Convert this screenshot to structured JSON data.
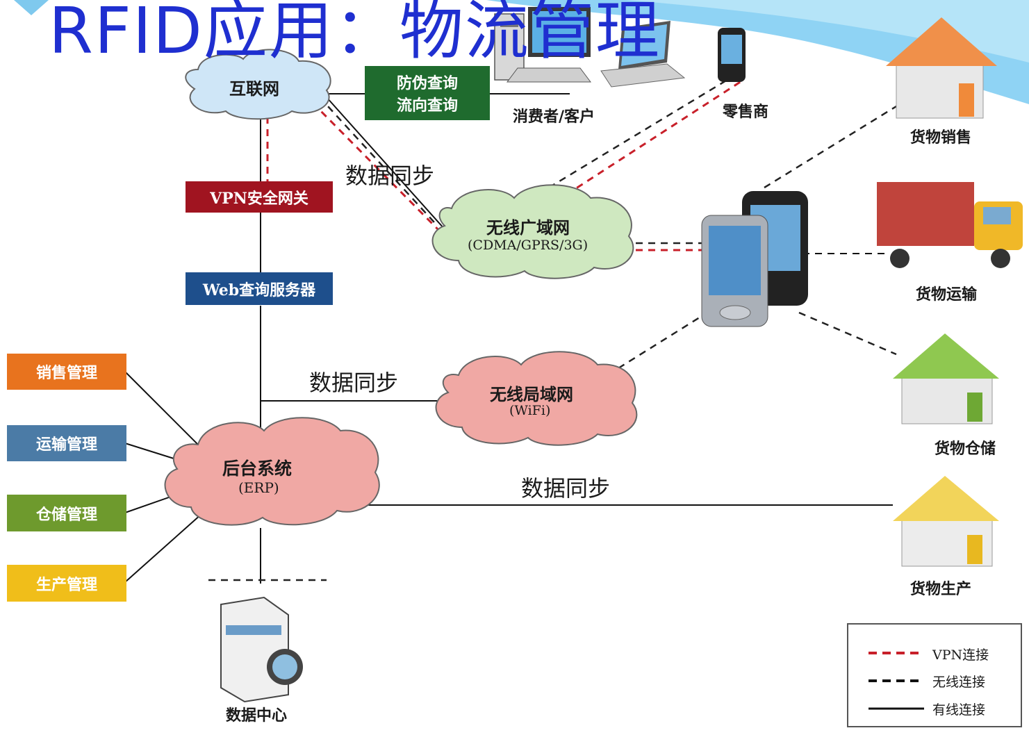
{
  "title": "RFID应用：物流管理",
  "clouds": {
    "internet": "互联网",
    "wan_line1": "无线广域网",
    "wan_line2": "(CDMA/GPRS/3G)",
    "lan_line1": "无线局域网",
    "lan_line2": "(WiFi)",
    "erp_line1": "后台系统",
    "erp_line2": "(ERP)"
  },
  "boxes": {
    "query_line1": "防伪查询",
    "query_line2": "流向查询",
    "vpn_gateway": "VPN安全网关",
    "web_server": "Web查询服务器",
    "sales_mgmt": "销售管理",
    "transport_mgmt": "运输管理",
    "storage_mgmt": "仓储管理",
    "production_mgmt": "生产管理"
  },
  "labels": {
    "consumer": "消费者/客户",
    "retailer": "零售商",
    "goods_sales": "货物销售",
    "goods_transport": "货物运输",
    "goods_storage": "货物仓储",
    "goods_production": "货物生产",
    "data_center": "数据中心",
    "sync1": "数据同步",
    "sync2": "数据同步",
    "sync3": "数据同步"
  },
  "legend": {
    "vpn": "VPN连接",
    "wireless": "无线连接",
    "wired": "有线连接"
  },
  "colors": {
    "title": "#1f2fd0",
    "sales": "#e8731e",
    "transport": "#4b7ba6",
    "storage": "#6e9a2d",
    "production": "#f0be1a",
    "vpn_box": "#a01420",
    "web_box": "#1e4f8c",
    "query_box": "#1f6b2e",
    "cloud_blue": "#cfe6f7",
    "cloud_green": "#cfe8c0",
    "cloud_pink": "#f0a8a4"
  }
}
